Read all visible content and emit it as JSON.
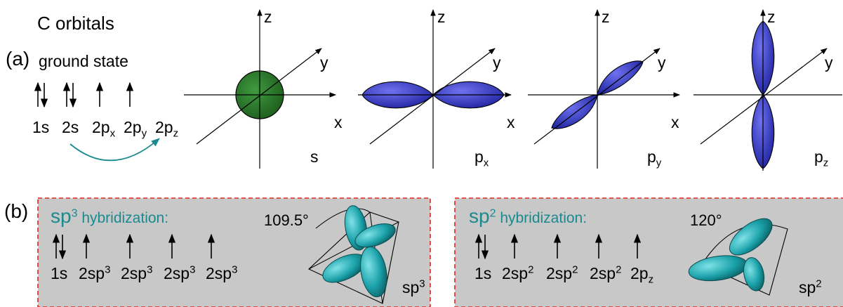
{
  "title": "C orbitals",
  "part_a": {
    "label": "(a)",
    "state": "ground state",
    "orbitals": [
      "1s",
      "2s",
      "2p",
      "2p",
      "2p"
    ],
    "orbital_subscripts": [
      "",
      "",
      "x",
      "y",
      "z"
    ],
    "arrow_color": "#1a8a8f"
  },
  "axes": {
    "x": "x",
    "y": "y",
    "z": "z"
  },
  "orbital_plots": [
    {
      "main": "s",
      "sub": "",
      "color": "#2d7a2d"
    },
    {
      "main": "p",
      "sub": "x",
      "color": "#3a3ec4"
    },
    {
      "main": "p",
      "sub": "y",
      "color": "#3a3ec4"
    },
    {
      "main": "p",
      "sub": "z",
      "color": "#3a3ec4"
    }
  ],
  "part_b": {
    "label": "(b)",
    "sp3": {
      "prefix": "sp",
      "sup": "3",
      "suffix": " hybridization:",
      "angle": "109.5°",
      "orbitals": [
        {
          "main": "1s",
          "sup": ""
        },
        {
          "main": "2sp",
          "sup": "3"
        },
        {
          "main": "2sp",
          "sup": "3"
        },
        {
          "main": "2sp",
          "sup": "3"
        },
        {
          "main": "2sp",
          "sup": "3"
        }
      ],
      "shape_label": "sp",
      "shape_sup": "3"
    },
    "sp2": {
      "prefix": "sp",
      "sup": "2",
      "suffix": " hybridization:",
      "angle": "120°",
      "orbitals": [
        {
          "main": "1s",
          "sup": "",
          "sub": ""
        },
        {
          "main": "2sp",
          "sup": "2",
          "sub": ""
        },
        {
          "main": "2sp",
          "sup": "2",
          "sub": ""
        },
        {
          "main": "2sp",
          "sup": "2",
          "sub": ""
        },
        {
          "main": "2p",
          "sup": "",
          "sub": "z"
        }
      ],
      "shape_label": "sp",
      "shape_sup": "2"
    },
    "lobe_color": "#1aa0a8",
    "panel_color": "#c8c8c8",
    "border_color": "#e0241f"
  }
}
